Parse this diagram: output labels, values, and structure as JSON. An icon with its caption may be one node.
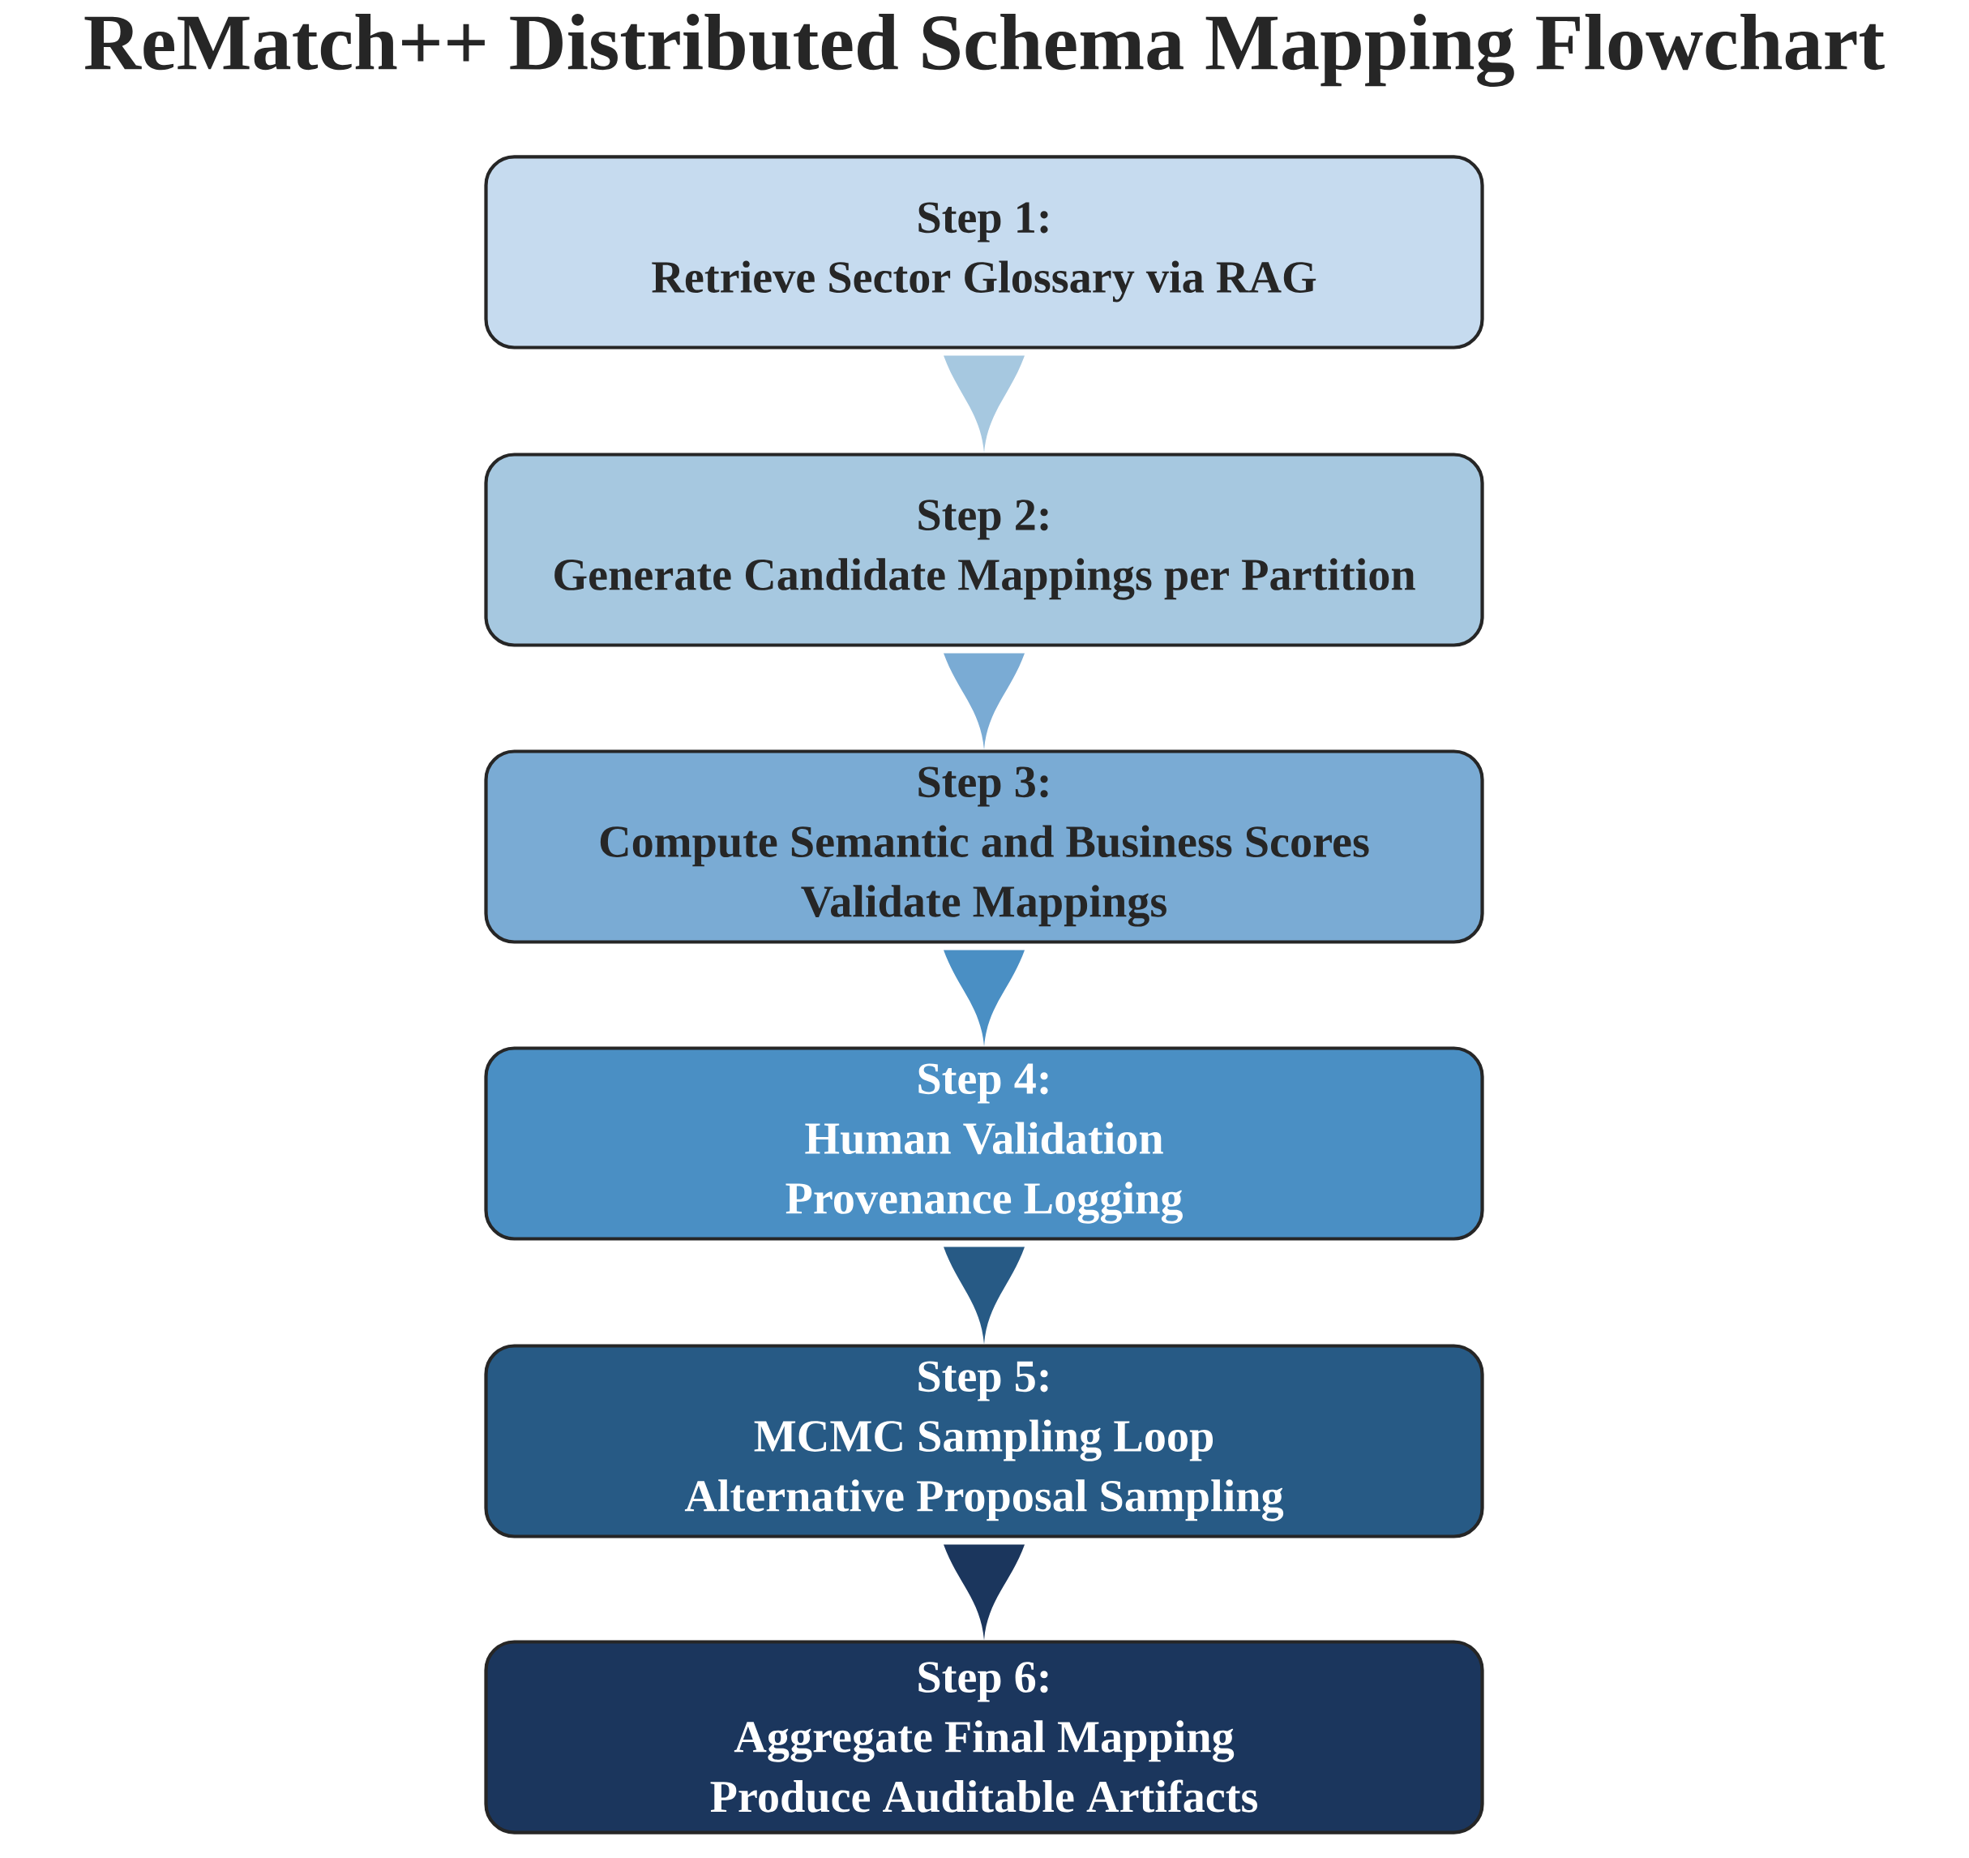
{
  "diagram": {
    "title": "ReMatch++ Distributed Schema Mapping Flowchart",
    "nodes": [
      {
        "text": [
          "Step 1:",
          "Retrieve Sector Glossary via RAG"
        ]
      },
      {
        "text": [
          "Step 2:",
          "Generate Candidate Mappings per Partition"
        ]
      },
      {
        "text": [
          "Step 3:",
          "Compute Semantic and Business Scores",
          "Validate Mappings"
        ]
      },
      {
        "text": [
          "Step 4:",
          "Human Validation",
          "Provenance Logging"
        ]
      },
      {
        "text": [
          "Step 5:",
          "MCMC Sampling Loop",
          "Alternative Proposal Sampling"
        ]
      },
      {
        "text": [
          "Step 6:",
          "Aggregate Final Mapping",
          "Produce Auditable Artifacts"
        ]
      }
    ],
    "edges": [
      {
        "from": 0,
        "to": 1,
        "arrow": "to",
        "color": "#a6c8e0"
      },
      {
        "from": 1,
        "to": 2,
        "arrow": "to",
        "color": "#7aabd4"
      },
      {
        "from": 2,
        "to": 3,
        "arrow": "to",
        "color": "#4a8fc4"
      },
      {
        "from": 3,
        "to": 4,
        "arrow": "to",
        "color": "#275a85"
      },
      {
        "from": 4,
        "to": 5,
        "arrow": "to",
        "color": "#1b365d"
      }
    ]
  }
}
